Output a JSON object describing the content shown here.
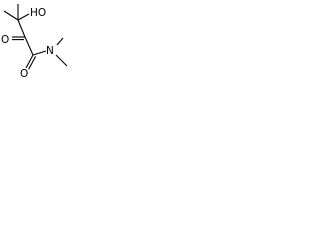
{
  "molecule": {
    "atoms": [
      {
        "id": "hydroxyl",
        "symbol": "HO"
      },
      {
        "id": "ketone-oxygen",
        "symbol": "O"
      },
      {
        "id": "amide-nitrogen",
        "symbol": "N"
      },
      {
        "id": "amide-oxygen",
        "symbol": "O"
      }
    ]
  },
  "colors": {
    "bond": "#000000",
    "label": "#000000",
    "background": "#ffffff"
  }
}
